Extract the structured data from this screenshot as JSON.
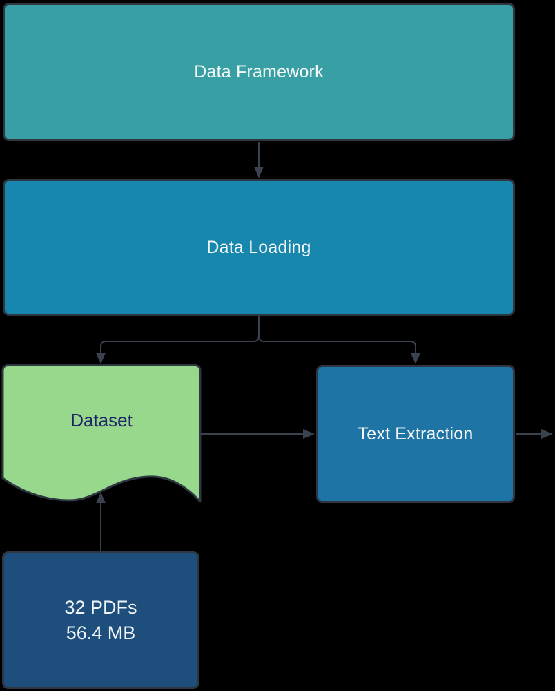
{
  "diagram": {
    "background_color": "#000000",
    "border_color": "#2E3642",
    "edge_color": "#3A4250",
    "nodes": {
      "data_framework": {
        "label": "Data Framework",
        "shape": "rounded-rect",
        "fill": "#38A0A4",
        "text_color": "#F4F7F8"
      },
      "data_loading": {
        "label": "Data Loading",
        "shape": "rounded-rect",
        "fill": "#1787AD",
        "text_color": "#F4F7F8"
      },
      "dataset": {
        "label": "Dataset",
        "shape": "document",
        "fill": "#98D88C",
        "text_color": "#1E2566"
      },
      "text_extraction": {
        "label": "Text Extraction",
        "shape": "rounded-rect",
        "fill": "#1E74A4",
        "text_color": "#F4F7F8"
      },
      "pdf_source": {
        "lines": [
          "32 PDFs",
          "56.4 MB"
        ],
        "shape": "rounded-rect",
        "fill": "#1E4F7C",
        "text_color": "#EFF4F8"
      }
    },
    "edges": [
      {
        "from": "data_framework",
        "to": "data_loading"
      },
      {
        "from": "data_loading",
        "to": "dataset"
      },
      {
        "from": "data_loading",
        "to": "text_extraction"
      },
      {
        "from": "dataset",
        "to": "text_extraction"
      },
      {
        "from": "text_extraction",
        "to": "offscreen-right"
      },
      {
        "from": "pdf_source",
        "to": "dataset"
      }
    ]
  }
}
